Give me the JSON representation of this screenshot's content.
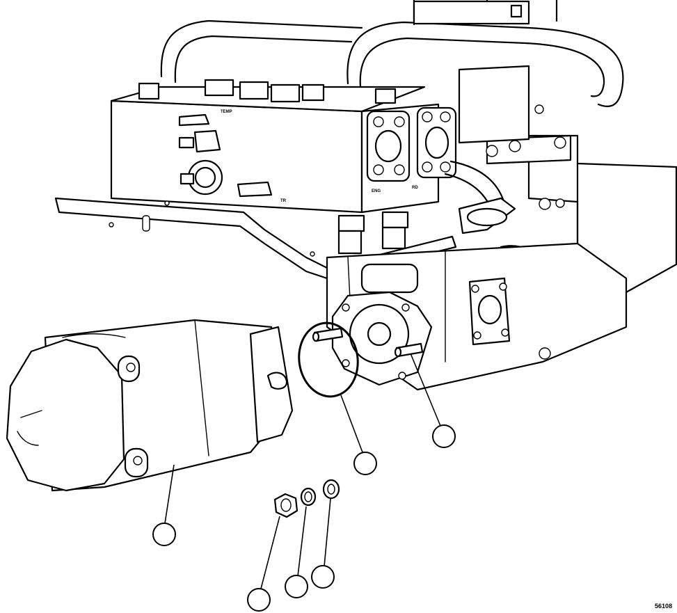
{
  "figure": {
    "figure_number": "56108",
    "block_labels": {
      "temp_port": "TEMP",
      "tr_port": "TR",
      "left_port": "ENG",
      "right_port": "RD"
    }
  },
  "callouts": [
    {
      "id": "callout-pump",
      "label": ""
    },
    {
      "id": "callout-oring",
      "label": ""
    },
    {
      "id": "callout-stud",
      "label": ""
    },
    {
      "id": "callout-nut",
      "label": ""
    },
    {
      "id": "callout-spring-washer",
      "label": ""
    },
    {
      "id": "callout-flat-washer",
      "label": ""
    }
  ]
}
